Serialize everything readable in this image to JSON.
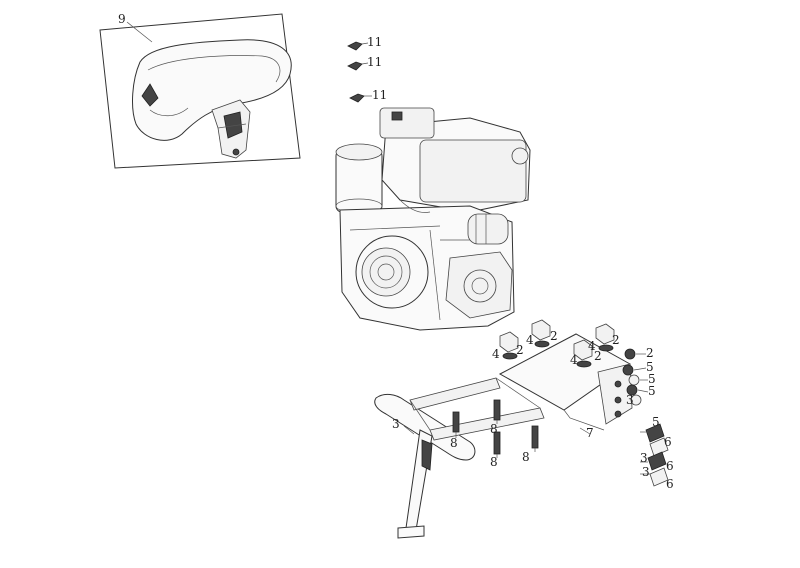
{
  "callouts": {
    "c9": "9",
    "c11a": "11",
    "c11b": "11",
    "c11c": "11",
    "c4a": "4",
    "c2a": "2",
    "c4b": "4",
    "c2b": "2",
    "c4c": "4",
    "c2c": "2",
    "c4d": "4",
    "c2d": "2",
    "c2e": "2",
    "c5a": "5",
    "c5b": "5",
    "c5c": "5",
    "c3a": "3",
    "c3b": "3",
    "c7": "7",
    "c5d": "5",
    "c6a": "6",
    "c3c": "3",
    "c6b": "6",
    "c3d": "3",
    "c6c": "6",
    "c8a": "8",
    "c8b": "8",
    "c8c": "8",
    "c8d": "8"
  }
}
